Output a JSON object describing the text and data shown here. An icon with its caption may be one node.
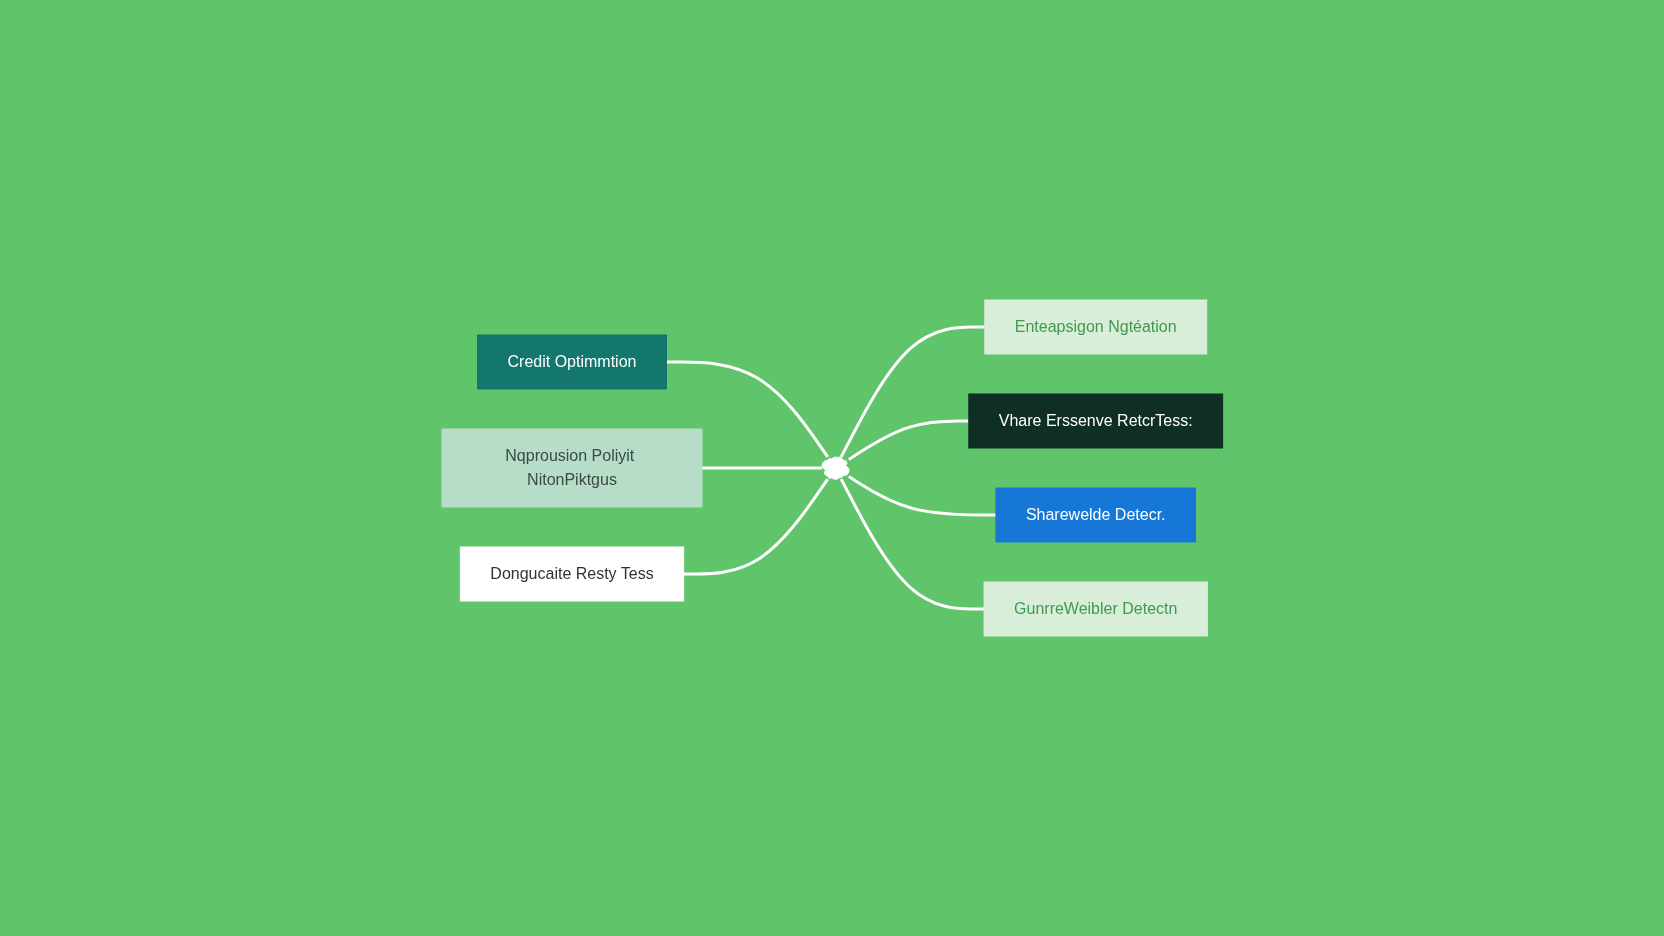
{
  "diagram": {
    "nodes": [
      {
        "text": [
          "Credit Optimmtion"
        ]
      },
      {
        "text": [
          "Enteapsigon Ngtéation"
        ]
      },
      {
        "text": [
          "Nqprousion Poliyit NitonPiktgus"
        ]
      },
      {
        "text": [],
        "shape": "cloud"
      },
      {
        "text": [
          "Vhare Erssenve RetcrTess:"
        ]
      },
      {
        "text": [
          "Sharewelde Detecr."
        ]
      },
      {
        "text": [
          "Dongucaite Resty Tess"
        ]
      },
      {
        "text": [
          "GunrreWeibler Detectn"
        ]
      }
    ],
    "edges": [
      {
        "from": 0,
        "to": 3,
        "arrow": "none"
      },
      {
        "from": 3,
        "to": 1,
        "arrow": "none"
      },
      {
        "from": 2,
        "to": 3,
        "arrow": "none"
      },
      {
        "from": 3,
        "to": 4,
        "arrow": "none"
      },
      {
        "from": 3,
        "to": 5,
        "arrow": "none"
      },
      {
        "from": 6,
        "to": 3,
        "arrow": "none"
      },
      {
        "from": 3,
        "to": 7,
        "arrow": "none"
      }
    ]
  }
}
